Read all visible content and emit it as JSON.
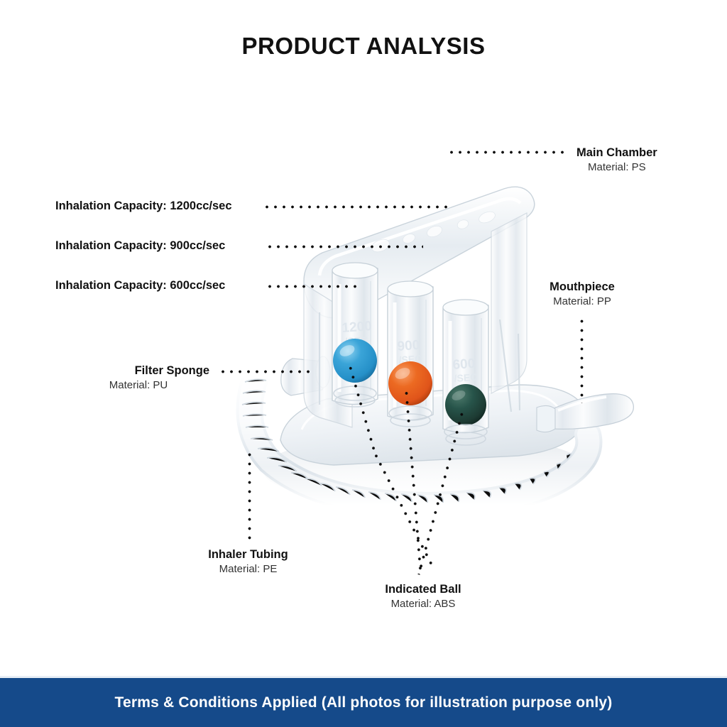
{
  "page": {
    "title": "PRODUCT ANALYSIS",
    "background_color": "#ffffff"
  },
  "callouts": {
    "main_chamber": {
      "name": "Main Chamber",
      "material": "Material: PS"
    },
    "mouthpiece": {
      "name": "Mouthpiece",
      "material": "Material: PP"
    },
    "filter_sponge": {
      "name": "Filter Sponge",
      "material": "Material: PU"
    },
    "inhaler_tubing": {
      "name": "Inhaler Tubing",
      "material": "Material: PE"
    },
    "indicated_ball": {
      "name": "Indicated Ball",
      "material": "Material: ABS"
    }
  },
  "capacities": [
    {
      "label": "Inhalation Capacity: 1200cc/sec",
      "value": 1200,
      "unit": "cc/sec"
    },
    {
      "label": "Inhalation Capacity: 900cc/sec",
      "value": 900,
      "unit": "cc/sec"
    },
    {
      "label": "Inhalation Capacity: 600cc/sec",
      "value": 600,
      "unit": "cc/sec"
    }
  ],
  "product": {
    "type": "three-ball incentive spirometer",
    "chamber_markings": [
      "1200 /SEC",
      "900 /SEC",
      "600 /SEC"
    ],
    "balls": [
      {
        "name": "blue-ball",
        "color": "#2590c8",
        "chamber": 1
      },
      {
        "name": "orange-ball",
        "color": "#e0541a",
        "chamber": 2
      },
      {
        "name": "green-ball",
        "color": "#1d3b33",
        "chamber": 3
      }
    ],
    "body_color": "#f2f5f8"
  },
  "footer": {
    "text": "Terms & Conditions Applied  (All photos for illustration purpose only)",
    "background_color": "#154a8a",
    "text_color": "#ffffff"
  }
}
